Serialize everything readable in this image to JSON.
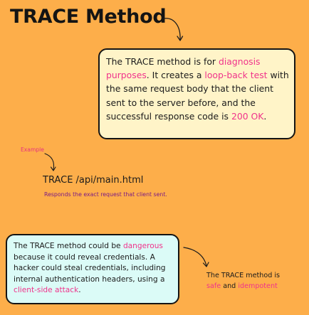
{
  "title": "TRACE Method",
  "intro": {
    "before_diagnosis": "The TRACE method is for ",
    "diagnosis": "diagnosis purposes",
    "before_loopback": ". It creates a ",
    "loopback": "loop-back test",
    "middle": " with the same request body that the client sent to the server before, and the successful response code is ",
    "code": "200 OK",
    "end": "."
  },
  "example": {
    "label": "Example",
    "request": "TRACE /api/main.html",
    "response": "Responds the exact request that client sent."
  },
  "warning": {
    "before_dangerous": "The TRACE method could be ",
    "dangerous": "dangerous",
    "middle": " because it could reveal credentials. A hacker could steal credentials, including internal authentication headers, using a ",
    "attack": "client-side attack",
    "end": "."
  },
  "properties": {
    "line1": "The TRACE method is",
    "safe": "safe",
    "and": " and ",
    "idempotent": "idempotent"
  },
  "colors": {
    "background": "#FDAE4A",
    "highlight": "#F0338B",
    "response_text": "#7a1a86",
    "top_callout_bg": "#FFF4C8",
    "bottom_callout_bg": "#DBFBF7"
  }
}
